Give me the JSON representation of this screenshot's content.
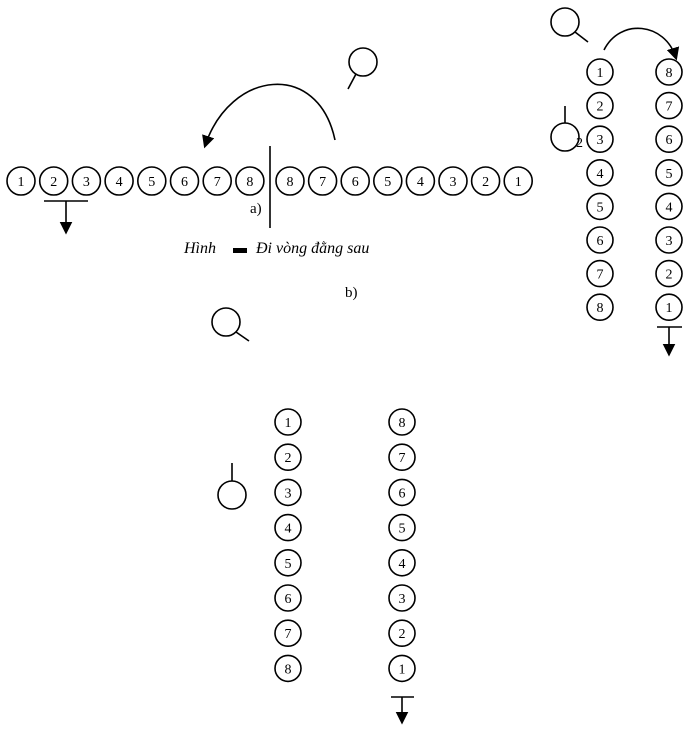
{
  "caption": {
    "prefix": "Hình",
    "text": "Đi vòng đằng sau"
  },
  "labels": {
    "a": "a)",
    "b": "b)"
  },
  "rows": {
    "left_row": [
      "1",
      "2",
      "3",
      "4",
      "5",
      "6",
      "7",
      "8"
    ],
    "right_row": [
      "8",
      "7",
      "6",
      "5",
      "4",
      "3",
      "2",
      "1"
    ],
    "col_top_left": [
      "1",
      "2",
      "3",
      "4",
      "5",
      "6",
      "7",
      "8"
    ],
    "col_top_right": [
      "8",
      "7",
      "6",
      "5",
      "4",
      "3",
      "2",
      "1"
    ],
    "col_bottom_left": [
      "1",
      "2",
      "3",
      "4",
      "5",
      "6",
      "7",
      "8"
    ],
    "col_bottom_right": [
      "8",
      "7",
      "6",
      "5",
      "4",
      "3",
      "2",
      "1"
    ]
  },
  "stray_text": {
    "small_two": "2"
  }
}
